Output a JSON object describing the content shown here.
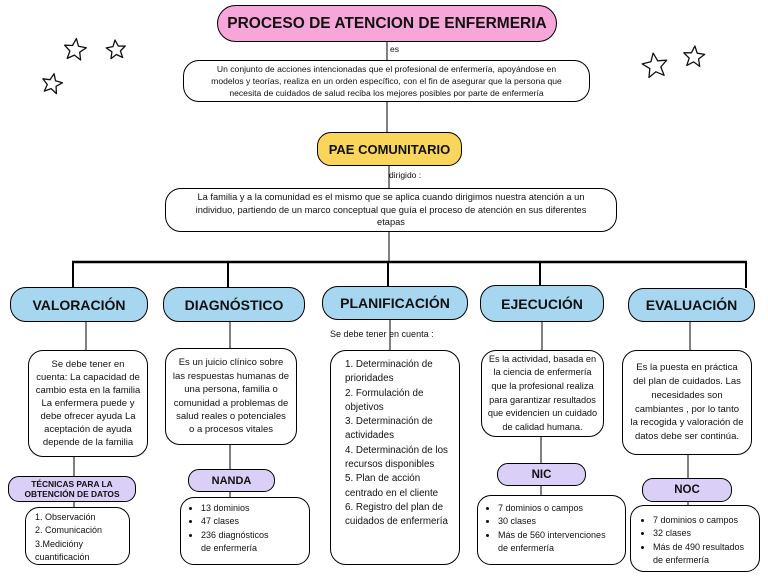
{
  "title": "PROCESO DE ATENCION DE ENFERMERIA",
  "link_es": "es",
  "definition": "Un conjunto de acciones intencionadas que el profesional de enfermería, apoyándose en\nmodelos y teorías, realiza en un orden específico, con el fin de asegurar que la persona que\nnecesita de cuidados de salud reciba los mejores posibles por parte de enfermería",
  "pae": {
    "title": "PAE COMUNITARIO",
    "link": "dirigido :",
    "description": "La familia y a la comunidad es el mismo que se aplica cuando dirigimos nuestra atención a un\nindividuo, partiendo de un marco conceptual que guía el proceso de atención en sus diferentes\netapas"
  },
  "stages": {
    "valoracion": {
      "title": "VALORACIÓN",
      "description": "Se debe tener en\ncuenta: La capacidad de\ncambio esta en la familia\nLa enfermera puede y\ndebe ofrecer ayuda La\naceptación de ayuda\ndepende de la familia",
      "tool": "TÉCNICAS PARA LA\nOBTENCIÓN DE DATOS",
      "items": [
        "1. Observación",
        "2. Comunicación",
        "3.Medicióny\ncuantificación"
      ]
    },
    "diagnostico": {
      "title": "DIAGNÓSTICO",
      "description": "Es un juicio clínico sobre\nlas respuestas humanas de\nuna persona, familia o\ncomunidad a problemas de\nsalud reales o potenciales\no a procesos vitales",
      "tool": "NANDA",
      "items": [
        "13 dominios",
        "47 clases",
        "236 diagnósticos\nde enfermería"
      ]
    },
    "planificacion": {
      "title": "PLANIFICACIÓN",
      "link": "Se debe tener en cuenta :",
      "items": [
        "1. Determinación de\nprioridades",
        "2. Formulación de\nobjetivos",
        "3. Determinación de\nactividades",
        "4. Determinación de los\nrecursos disponibles",
        "5. Plan de acción\ncentrado en el cliente",
        "6. Registro del plan de\ncuidados de enfermería"
      ]
    },
    "ejecucion": {
      "title": "EJECUCIÓN",
      "description": "Es la actividad, basada en\nla ciencia de enfermería\nque la profesional realiza\npara garantizar resultados\nque evidencien un cuidado\nde calidad humana.",
      "tool": "NIC",
      "items": [
        "7 dominios o campos",
        "30 clases",
        "Más de 560 intervenciones\nde enfermería"
      ]
    },
    "evaluacion": {
      "title": "EVALUACIÓN",
      "description": "Es la puesta en práctica\ndel plan de cuidados. Las\nnecesidades son\ncambiantes , por lo tanto\nla recogida y valoración de\ndatos debe ser continúa.",
      "tool": "NOC",
      "items": [
        "7 dominios o campos",
        "32 clases",
        "Más de 490 resultados\nde enfermería"
      ]
    }
  },
  "colors": {
    "title_bg": "#f6a6d8",
    "pae_bg": "#f9d55b",
    "stage_bg": "#a6d6f0",
    "tool_bg": "#d9cff7",
    "line": "#000000"
  },
  "decoration_icon": "star-icon"
}
